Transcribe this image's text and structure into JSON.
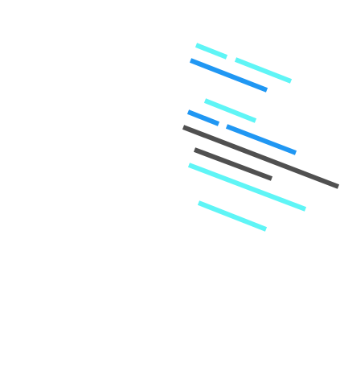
{
  "colors": {
    "background": "#ffffff",
    "cyan": "#5ff5f6",
    "blue": "#2097f3",
    "gray": "#505050"
  },
  "strokes": [
    {
      "color": "cyan"
    },
    {
      "color": "cyan"
    },
    {
      "color": "blue"
    },
    {
      "color": "cyan"
    },
    {
      "color": "blue"
    },
    {
      "color": "gray"
    },
    {
      "color": "blue"
    },
    {
      "color": "gray"
    },
    {
      "color": "cyan"
    },
    {
      "color": "cyan"
    }
  ]
}
